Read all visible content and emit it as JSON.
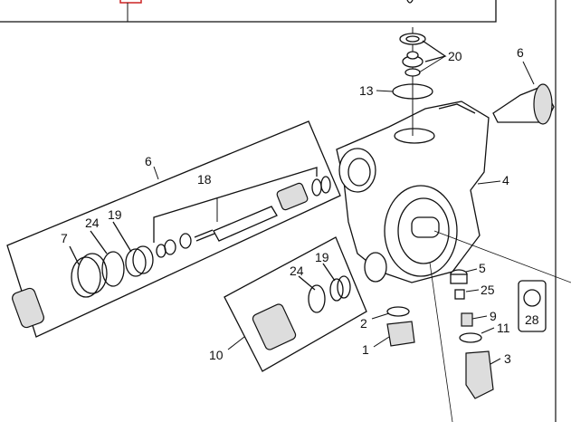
{
  "diagram": {
    "callouts": [
      "20",
      "6",
      "13",
      "6",
      "18",
      "4",
      "24",
      "19",
      "7",
      "5",
      "24",
      "19",
      "25",
      "28",
      "9",
      "2",
      "11",
      "1",
      "3",
      "10"
    ],
    "colors": {
      "line": "#111111",
      "highlight": "#cc2222"
    }
  }
}
